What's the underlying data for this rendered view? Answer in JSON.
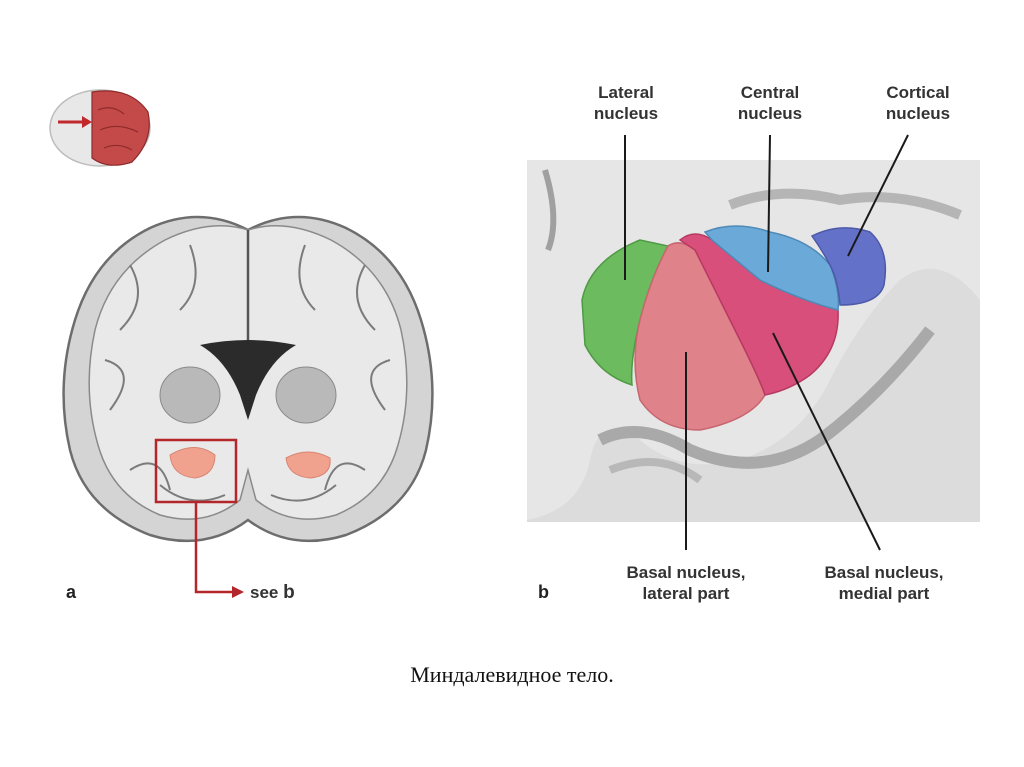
{
  "panel_a": {
    "letter": "a",
    "see_text": "see",
    "see_ref": "b"
  },
  "panel_b": {
    "letter": "b",
    "labels": {
      "lateral_nucleus": [
        "Lateral",
        "nucleus"
      ],
      "central_nucleus": [
        "Central",
        "nucleus"
      ],
      "cortical_nucleus": [
        "Cortical",
        "nucleus"
      ],
      "basal_lateral": [
        "Basal nucleus,",
        "lateral part"
      ],
      "basal_medial": [
        "Basal nucleus,",
        "medial part"
      ]
    }
  },
  "caption": "Миндалевидное тело.",
  "colors": {
    "lateral_nucleus": "#6cbb5e",
    "central_nucleus": "#6aa9d8",
    "cortical_nucleus": "#6471c8",
    "basal_lateral": "#e0828a",
    "basal_medial": "#d94f7c",
    "highlight_box": "#b3262a"
  }
}
